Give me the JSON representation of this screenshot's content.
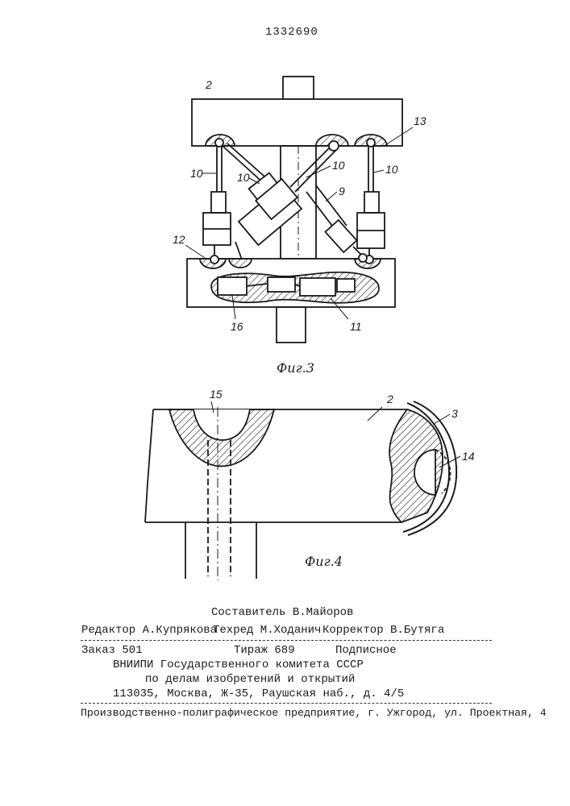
{
  "header": {
    "patent_number": "1332690"
  },
  "figure3": {
    "caption": "Фиг.3",
    "labels": {
      "l2": "2",
      "l13": "13",
      "l10a": "10",
      "l10b": "10",
      "l10c": "10",
      "l10d": "10",
      "l9": "9",
      "l12": "12",
      "l16": "16",
      "l11": "11"
    }
  },
  "figure4": {
    "caption": "Фиг.4",
    "labels": {
      "l15": "15",
      "l2": "2",
      "l3": "3",
      "l14": "14"
    }
  },
  "colophon": {
    "compiler": "Составитель В.Майоров",
    "editor": "Редактор А.Купрякова",
    "techred": "Техред М.Ходанич",
    "corrector": "Корректор В.Бутяга",
    "order": "Заказ   501",
    "circulation": "Тираж 689",
    "subscription": "Подписное",
    "institute": "ВНИИПИ Государственного комитета СССР",
    "committee": "по делам изобретений и открытий",
    "address": "113035, Москва, Ж-35, Раушская наб., д. 4/5",
    "printer": "Производственно-полиграфическое предприятие, г. Ужгород, ул. Проектная, 4"
  }
}
